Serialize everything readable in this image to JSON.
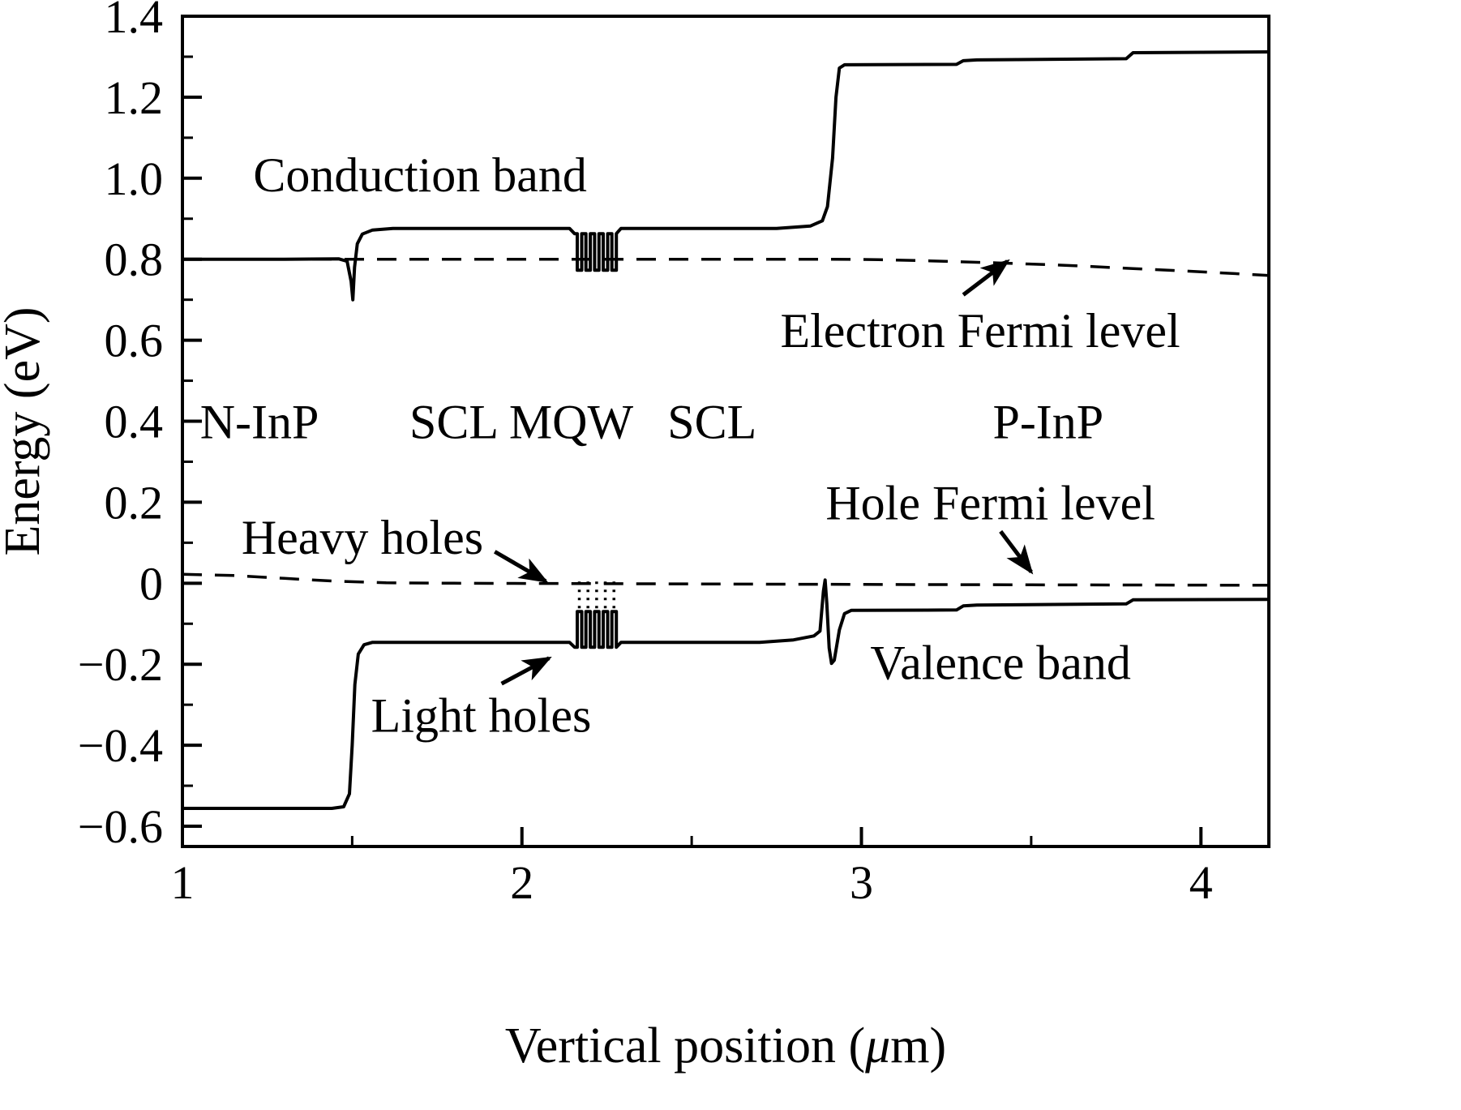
{
  "figure": {
    "background": "#ffffff",
    "line_color": "#000000"
  },
  "chart_data": {
    "type": "line",
    "title": "",
    "xlabel": "Vertical position (μm)",
    "ylabel": "Energy (eV)",
    "xlim": [
      1,
      4.2
    ],
    "ylim": [
      -0.65,
      1.4
    ],
    "grid": false,
    "legend": "none (inline annotations)",
    "x_ticks": {
      "values": [
        1,
        2,
        3,
        4
      ],
      "labels": [
        "1",
        "2",
        "3",
        "4"
      ],
      "minor": [
        1.5,
        2.5,
        3.5
      ]
    },
    "y_ticks": {
      "values": [
        -0.6,
        -0.4,
        -0.2,
        0,
        0.2,
        0.4,
        0.6,
        0.8,
        1.0,
        1.2,
        1.4
      ],
      "labels": [
        "−0.6",
        "−0.4",
        "−0.2",
        "0",
        "0.2",
        "0.4",
        "0.6",
        "0.8",
        "1.0",
        "1.2",
        "1.4"
      ],
      "minor": [
        -0.5,
        -0.3,
        -0.1,
        0.1,
        0.3,
        0.5,
        0.7,
        0.9,
        1.1,
        1.3
      ]
    },
    "series": [
      {
        "name": "Conduction band",
        "style": "solid",
        "points": [
          [
            1.0,
            0.8
          ],
          [
            1.3,
            0.8
          ],
          [
            1.46,
            0.801
          ],
          [
            1.485,
            0.795
          ],
          [
            1.497,
            0.745
          ],
          [
            1.502,
            0.7
          ],
          [
            1.507,
            0.78
          ],
          [
            1.515,
            0.838
          ],
          [
            1.53,
            0.862
          ],
          [
            1.56,
            0.872
          ],
          [
            1.62,
            0.876
          ],
          [
            2.14,
            0.876
          ],
          [
            2.155,
            0.863
          ],
          [
            2.163,
            0.863
          ],
          [
            2.163,
            0.773
          ],
          [
            2.176,
            0.773
          ],
          [
            2.176,
            0.863
          ],
          [
            2.1885,
            0.863
          ],
          [
            2.1885,
            0.773
          ],
          [
            2.2015,
            0.773
          ],
          [
            2.2015,
            0.863
          ],
          [
            2.214,
            0.863
          ],
          [
            2.214,
            0.773
          ],
          [
            2.227,
            0.773
          ],
          [
            2.227,
            0.863
          ],
          [
            2.2395,
            0.863
          ],
          [
            2.2395,
            0.773
          ],
          [
            2.2525,
            0.773
          ],
          [
            2.2525,
            0.863
          ],
          [
            2.265,
            0.863
          ],
          [
            2.265,
            0.773
          ],
          [
            2.278,
            0.773
          ],
          [
            2.278,
            0.863
          ],
          [
            2.292,
            0.876
          ],
          [
            2.75,
            0.876
          ],
          [
            2.85,
            0.882
          ],
          [
            2.885,
            0.895
          ],
          [
            2.9,
            0.93
          ],
          [
            2.915,
            1.05
          ],
          [
            2.925,
            1.2
          ],
          [
            2.935,
            1.272
          ],
          [
            2.95,
            1.28
          ],
          [
            3.28,
            1.281
          ],
          [
            3.3,
            1.29
          ],
          [
            3.34,
            1.292
          ],
          [
            3.78,
            1.295
          ],
          [
            3.8,
            1.31
          ],
          [
            4.2,
            1.312
          ]
        ]
      },
      {
        "name": "Valence band",
        "style": "solid",
        "points": [
          [
            1.0,
            -0.556
          ],
          [
            1.44,
            -0.556
          ],
          [
            1.475,
            -0.552
          ],
          [
            1.492,
            -0.52
          ],
          [
            1.5,
            -0.4
          ],
          [
            1.508,
            -0.25
          ],
          [
            1.518,
            -0.175
          ],
          [
            1.535,
            -0.152
          ],
          [
            1.56,
            -0.146
          ],
          [
            2.14,
            -0.146
          ],
          [
            2.155,
            -0.158
          ],
          [
            2.163,
            -0.158
          ],
          [
            2.163,
            -0.07
          ],
          [
            2.176,
            -0.07
          ],
          [
            2.176,
            -0.158
          ],
          [
            2.1885,
            -0.158
          ],
          [
            2.1885,
            -0.07
          ],
          [
            2.2015,
            -0.07
          ],
          [
            2.2015,
            -0.158
          ],
          [
            2.214,
            -0.158
          ],
          [
            2.214,
            -0.07
          ],
          [
            2.227,
            -0.07
          ],
          [
            2.227,
            -0.158
          ],
          [
            2.2395,
            -0.158
          ],
          [
            2.2395,
            -0.07
          ],
          [
            2.2525,
            -0.07
          ],
          [
            2.2525,
            -0.158
          ],
          [
            2.265,
            -0.158
          ],
          [
            2.265,
            -0.07
          ],
          [
            2.278,
            -0.07
          ],
          [
            2.278,
            -0.158
          ],
          [
            2.292,
            -0.146
          ],
          [
            2.7,
            -0.146
          ],
          [
            2.8,
            -0.14
          ],
          [
            2.86,
            -0.13
          ],
          [
            2.878,
            -0.118
          ],
          [
            2.888,
            -0.02
          ],
          [
            2.893,
            0.008
          ],
          [
            2.898,
            -0.05
          ],
          [
            2.905,
            -0.16
          ],
          [
            2.912,
            -0.198
          ],
          [
            2.92,
            -0.19
          ],
          [
            2.935,
            -0.115
          ],
          [
            2.95,
            -0.075
          ],
          [
            2.97,
            -0.067
          ],
          [
            3.28,
            -0.066
          ],
          [
            3.3,
            -0.056
          ],
          [
            3.34,
            -0.054
          ],
          [
            3.78,
            -0.051
          ],
          [
            3.8,
            -0.041
          ],
          [
            4.2,
            -0.04
          ]
        ]
      },
      {
        "name": "Electron Fermi level",
        "style": "dashed",
        "points": [
          [
            1.0,
            0.8
          ],
          [
            2.5,
            0.8
          ],
          [
            2.9,
            0.8
          ],
          [
            3.05,
            0.799
          ],
          [
            3.2,
            0.796
          ],
          [
            3.4,
            0.791
          ],
          [
            3.6,
            0.785
          ],
          [
            3.8,
            0.777
          ],
          [
            4.0,
            0.769
          ],
          [
            4.2,
            0.76
          ]
        ]
      },
      {
        "name": "Hole Fermi level",
        "style": "dashed",
        "points": [
          [
            1.0,
            0.022
          ],
          [
            1.15,
            0.019
          ],
          [
            1.3,
            0.012
          ],
          [
            1.45,
            0.005
          ],
          [
            1.6,
            0.001
          ],
          [
            1.8,
            0.0
          ],
          [
            2.2,
            -0.001
          ],
          [
            2.6,
            -0.002
          ],
          [
            3.0,
            -0.003
          ],
          [
            3.5,
            -0.004
          ],
          [
            4.2,
            -0.005
          ]
        ]
      }
    ],
    "extra_marks": {
      "name": "Light hole levels (MQW)",
      "style": "dotted",
      "bars": [
        {
          "x": 2.169,
          "y1": -0.062,
          "y2": 0.006
        },
        {
          "x": 2.1945,
          "y1": -0.062,
          "y2": 0.006
        },
        {
          "x": 2.22,
          "y1": -0.062,
          "y2": 0.006
        },
        {
          "x": 2.2455,
          "y1": -0.062,
          "y2": 0.006
        },
        {
          "x": 2.271,
          "y1": -0.062,
          "y2": 0.006
        }
      ]
    },
    "region_labels": [
      {
        "text": "N-InP",
        "x": 1.227,
        "y": 0.4
      },
      {
        "text": "SCL",
        "x": 1.8,
        "y": 0.4
      },
      {
        "text": "MQW",
        "x": 2.145,
        "y": 0.4
      },
      {
        "text": "SCL",
        "x": 2.56,
        "y": 0.4
      },
      {
        "text": "P-InP",
        "x": 3.55,
        "y": 0.4
      }
    ],
    "annotations": [
      {
        "text": "Conduction band",
        "x": 1.7,
        "y": 1.01
      },
      {
        "text": "Electron Fermi level",
        "x": 3.35,
        "y": 0.625,
        "arrow": {
          "x1": 3.3,
          "y1": 0.712,
          "x2": 3.43,
          "y2": 0.795
        }
      },
      {
        "text": "Heavy holes",
        "x": 1.53,
        "y": 0.115,
        "arrow": {
          "x1": 1.92,
          "y1": 0.078,
          "x2": 2.07,
          "y2": 0.005
        }
      },
      {
        "text": "Light holes",
        "x": 1.88,
        "y": -0.325,
        "arrow": {
          "x1": 1.94,
          "y1": -0.248,
          "x2": 2.08,
          "y2": -0.185
        }
      },
      {
        "text": "Hole Fermi level",
        "x": 3.38,
        "y": 0.2,
        "arrow": {
          "x1": 3.41,
          "y1": 0.128,
          "x2": 3.5,
          "y2": 0.028
        }
      },
      {
        "text": "Valence band",
        "x": 3.41,
        "y": -0.195
      }
    ]
  }
}
